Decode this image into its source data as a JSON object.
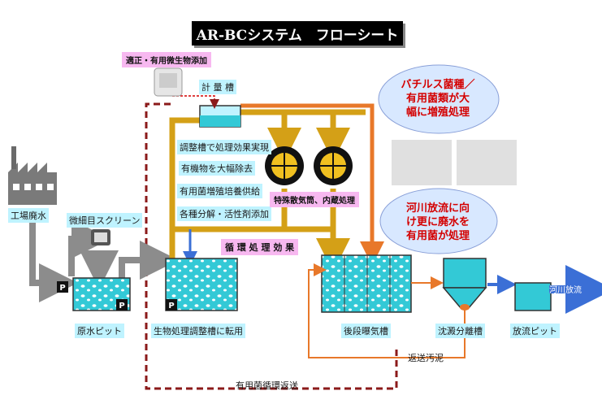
{
  "title": "AR-BCシステム　フローシート",
  "additive_label": "適正・有用微生物添加",
  "metering_tank_label": "計 量 槽",
  "cloud_top_text": "バチルス菌種／\n有用菌類が大\n幅に増殖処理",
  "cloud_mid_text": "河川放流に向\nけ更に廃水を\n有用菌が処理",
  "wastewater_label": "工場廃水",
  "screen_label": "微細目スクリーン",
  "raw_pit_label": "原水ピット",
  "bio_tank_label": "生物処理調整槽に転用",
  "notes": [
    "調整槽で処理効果実現",
    "有機物を大幅除去",
    "有用菌増殖培養供給",
    "各種分解・活性剤添加"
  ],
  "aeration_device_label": "特殊散気筒、内蔵処理",
  "circulation_label": "循 環 処 理 効 果",
  "post_aeration_label": "後段曝気槽",
  "settling_label": "沈澱分離槽",
  "discharge_pit_label": "放流ピット",
  "river_label": "河川放流",
  "return_sludge_label": "返送汚泥",
  "return_bacteria_label": "有用菌循環返送",
  "pump_symbol": "P",
  "colors": {
    "gold": "#d4a017",
    "orange": "#e8782a",
    "dashed_red": "#8b1a1a",
    "gray": "#8c8c8c",
    "water": "#33c9d6",
    "blue": "#3b6fd6",
    "cloud_text": "#d40000"
  }
}
